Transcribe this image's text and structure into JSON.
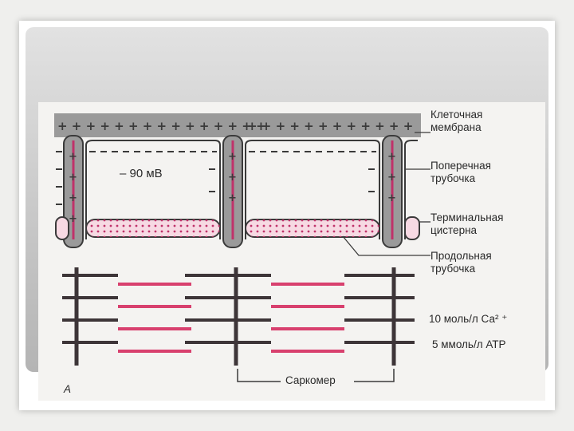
{
  "labels": {
    "cell_membrane": "Клеточная\nмембрана",
    "t_tubule": "Поперечная\nтрубочка",
    "terminal_cistern": "Терминальная\nцистерна",
    "longitudinal_tubule": "Продольная\nтрубочка",
    "potential": "– 90 мВ",
    "calcium": "10 моль/л Са² ⁺",
    "atp": "5 ммоль/л АТР",
    "sarcomere": "Саркомер",
    "panel_letter": "А"
  },
  "colors": {
    "membrane": "#9a9a9a",
    "plus_sign": "#3a3a3a",
    "tubule_outline": "#3a3a3a",
    "tubule_lumen": "#c0326a",
    "cistern_fill": "#f7d9e3",
    "cistern_dots": "#c0326a",
    "thick_filament": "#3d3538",
    "thin_filament": "#d8406e"
  }
}
